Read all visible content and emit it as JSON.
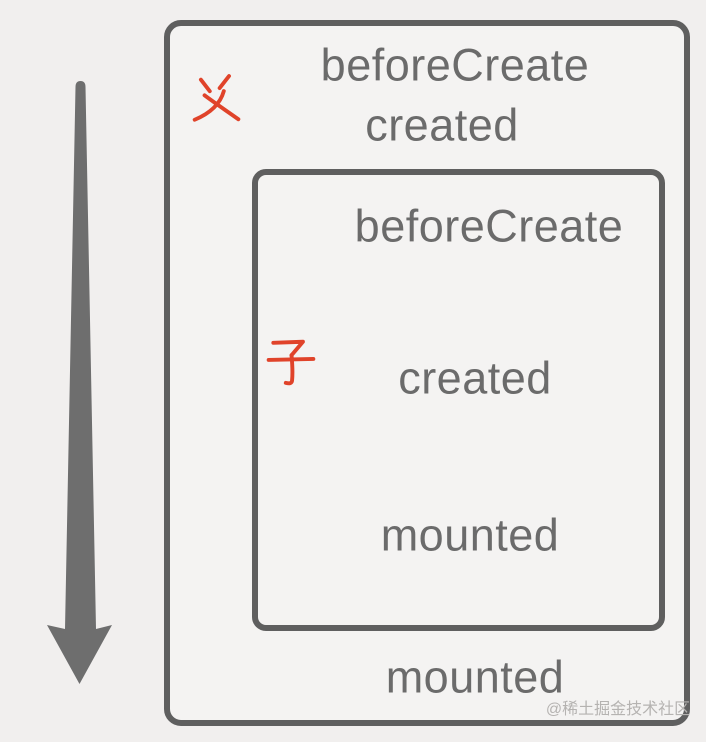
{
  "diagram": {
    "parent": {
      "marker": "父",
      "before_create": "beforeCreate",
      "created": "created",
      "mounted": "mounted"
    },
    "child": {
      "marker": "子",
      "before_create": "beforeCreate",
      "created": "created",
      "mounted": "mounted"
    },
    "watermark": "@稀土掘金技术社区"
  },
  "icons": {
    "flow_arrow": "down-arrow-icon",
    "parent_marker_glyph": "father-character-glyph",
    "child_marker_glyph": "child-character-glyph"
  },
  "colors": {
    "background": "#f1efee",
    "box_fill": "#f4f3f2",
    "box_border": "#5f5f5f",
    "text": "#6b6b6b",
    "marker": "#e0432a",
    "arrow": "#6e6e6e",
    "watermark": "#b5b3b1"
  }
}
